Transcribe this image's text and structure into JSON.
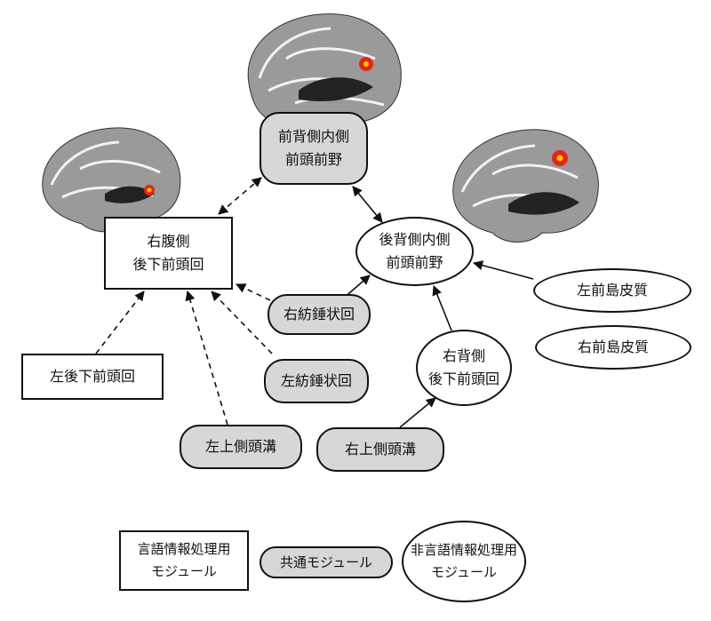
{
  "nodes": {
    "n1": "前背側内側\n前頭前野",
    "n2": "右腹側\n後下前頭回",
    "n3": "後背側内側\n前頭前野",
    "n4": "右紡錘状回",
    "n5": "左前島皮質",
    "n6": "左後下前頭回",
    "n7": "右前島皮質",
    "n8": "左紡錘状回",
    "n9": "右背側\n後下前頭回",
    "n10": "左上側頭溝",
    "n11": "右上側頭溝"
  },
  "legend": {
    "language": "言語情報処理用\nモジュール",
    "common": "共通モジュール",
    "nonlanguage": "非言語情報処理用\nモジュール"
  },
  "colors": {
    "common_fill": "#d7d7d7",
    "activation": "#e8231a",
    "brain_gray": "#9a9a9a"
  }
}
